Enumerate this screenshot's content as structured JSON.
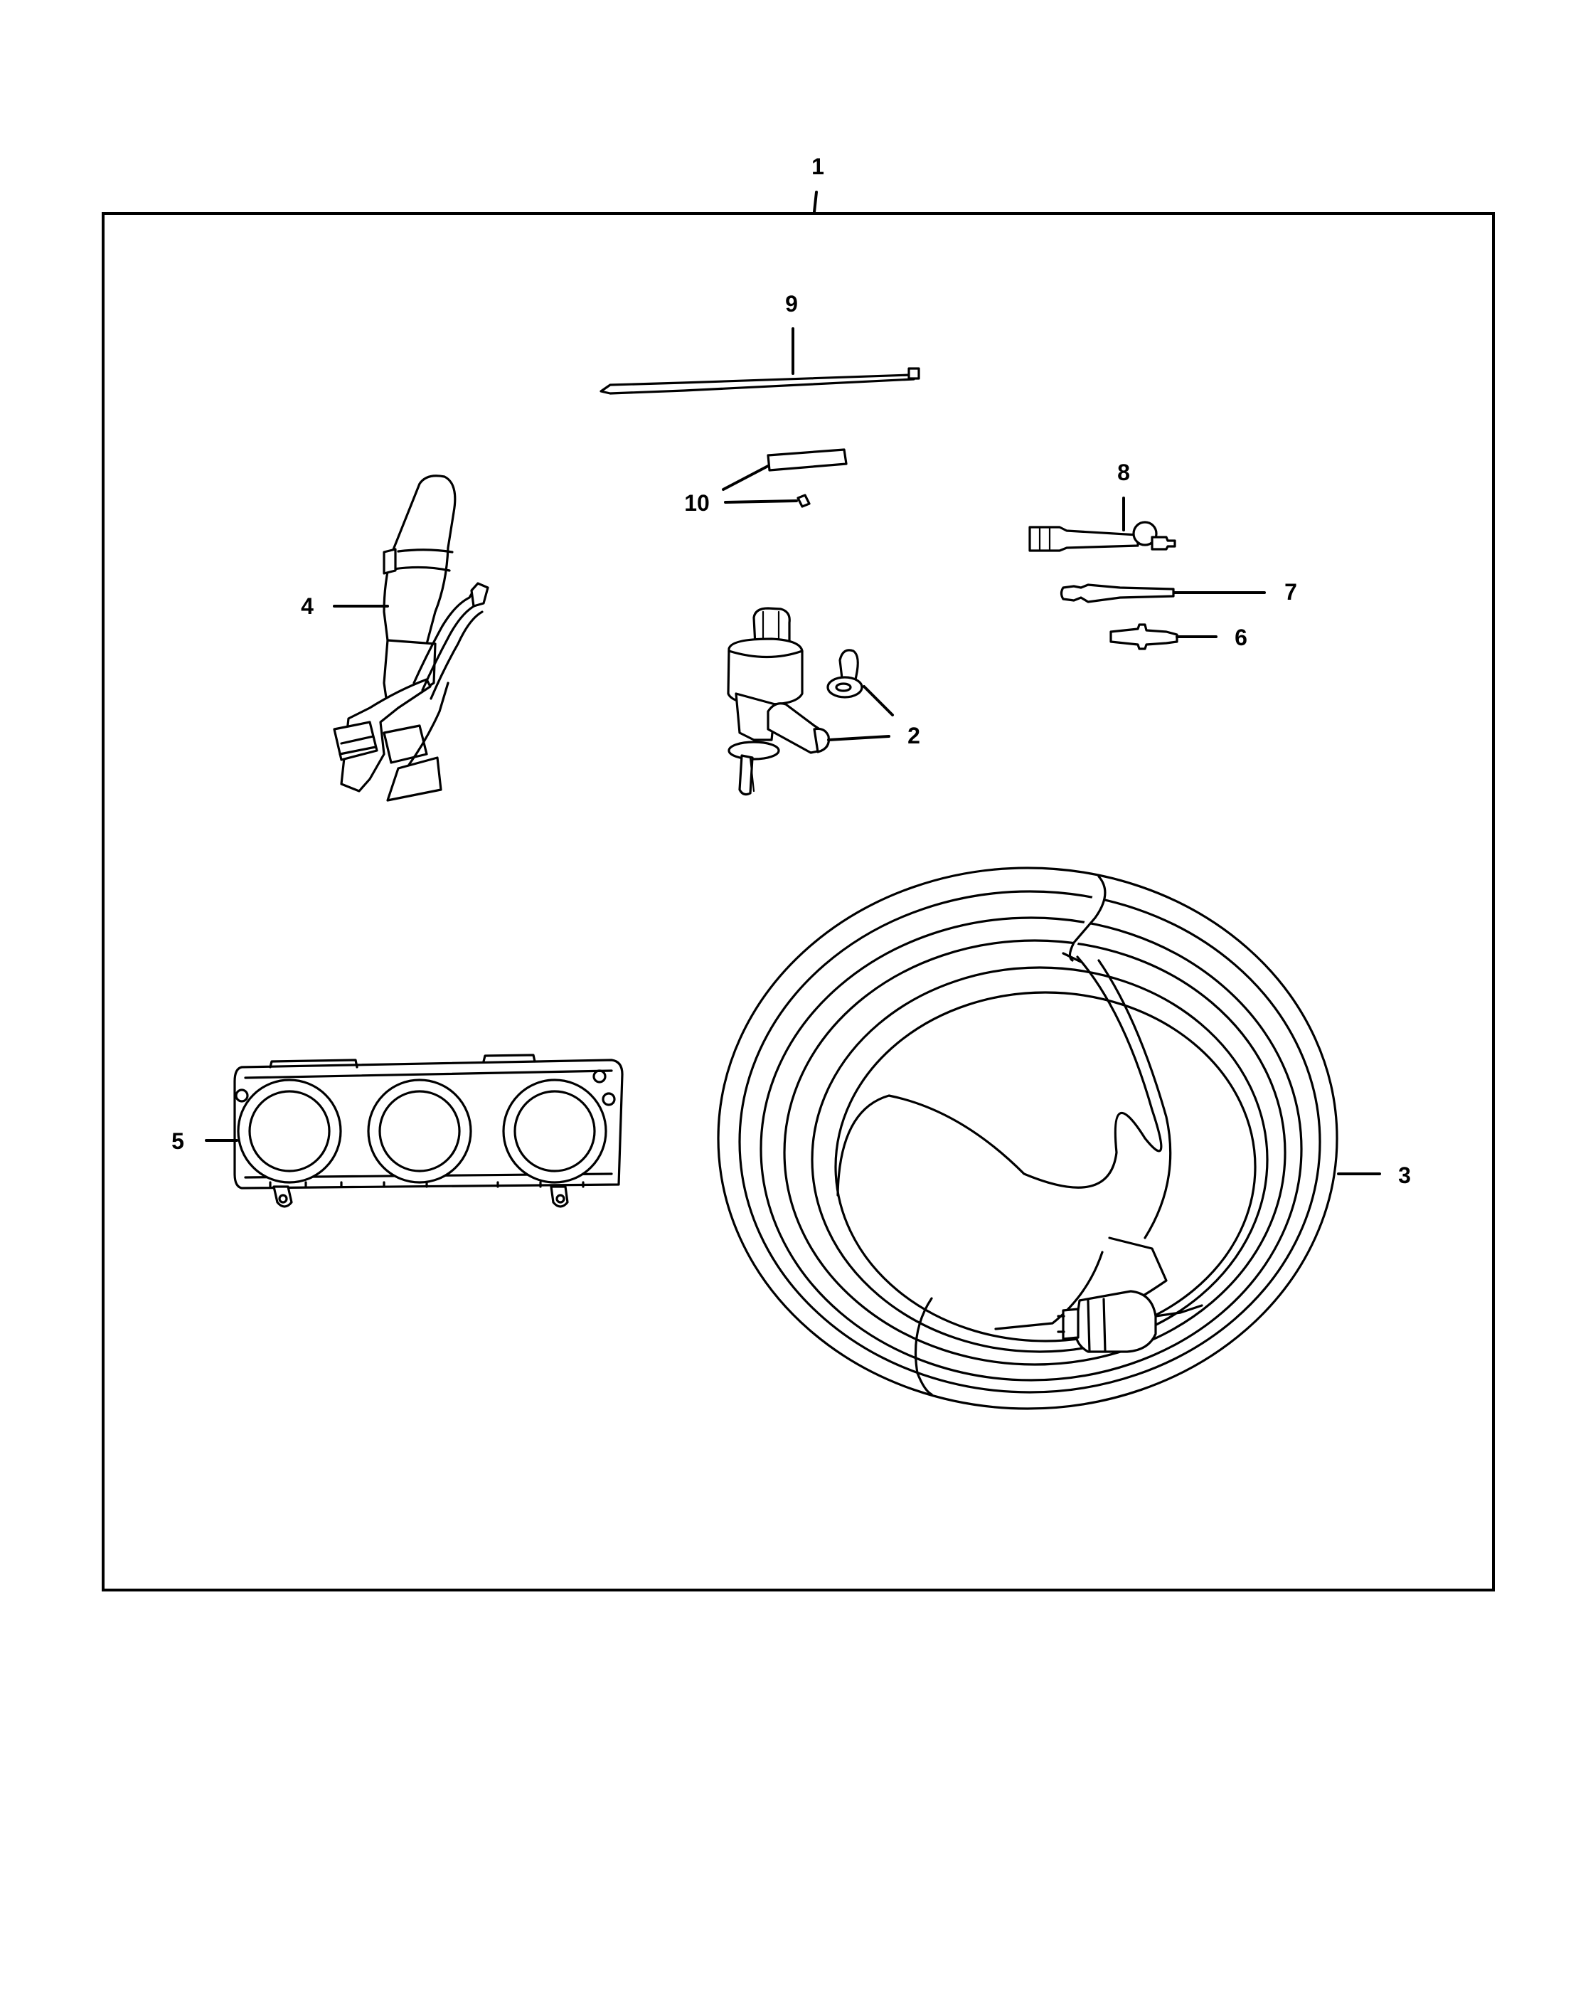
{
  "callouts": {
    "kit": "1",
    "washer_pump": "2",
    "wiring_harness": "3",
    "switch_lever": "4",
    "control_panel": "5",
    "push_pin": "6",
    "long_pin": "7",
    "fitting": "8",
    "cable_tie": "9",
    "adhesive_pad": "10"
  }
}
